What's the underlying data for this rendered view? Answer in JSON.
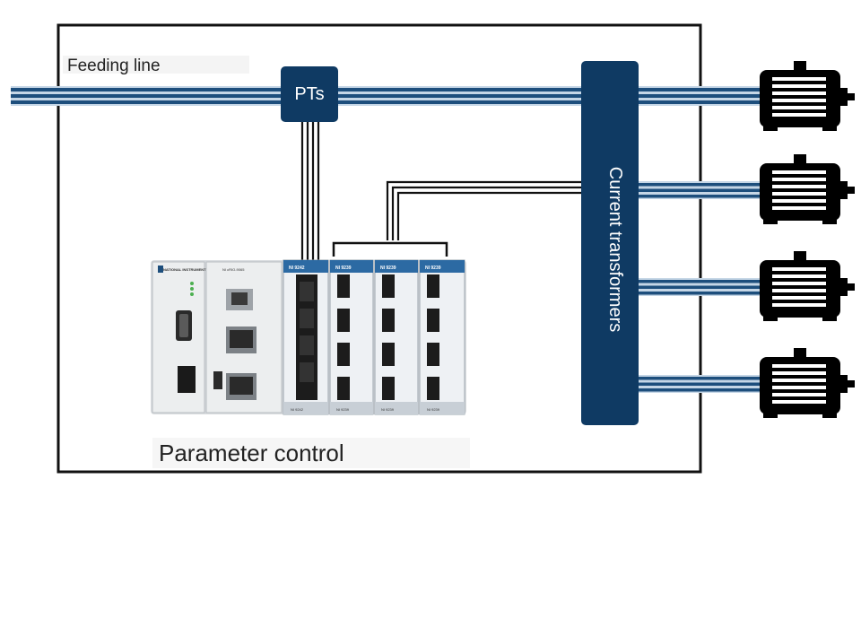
{
  "labels": {
    "feeding_line": "Feeding line",
    "pts": "PTs",
    "current_transformers": "Current transformers",
    "parameter_control": "Parameter control"
  },
  "controller": {
    "brand": "NATIONAL INSTRUMENTS",
    "chassis_model": "NI cRIO-9065",
    "modules": [
      {
        "model": "NI 9242",
        "rating": "NI 9242"
      },
      {
        "model": "NI 9239",
        "rating": "NI 9239"
      },
      {
        "model": "NI 9239",
        "rating": "NI 9239"
      },
      {
        "model": "NI 9239",
        "rating": "NI 9239"
      }
    ]
  },
  "colors": {
    "box_fill": "#0f3a63",
    "cable_dark": "#1d4e7c",
    "cable_light": "#c5d6e6",
    "frame": "#111111",
    "motor": "#000000"
  },
  "motors": [
    {
      "icon": "motor-icon"
    },
    {
      "icon": "motor-icon"
    },
    {
      "icon": "motor-icon"
    },
    {
      "icon": "motor-icon"
    }
  ]
}
